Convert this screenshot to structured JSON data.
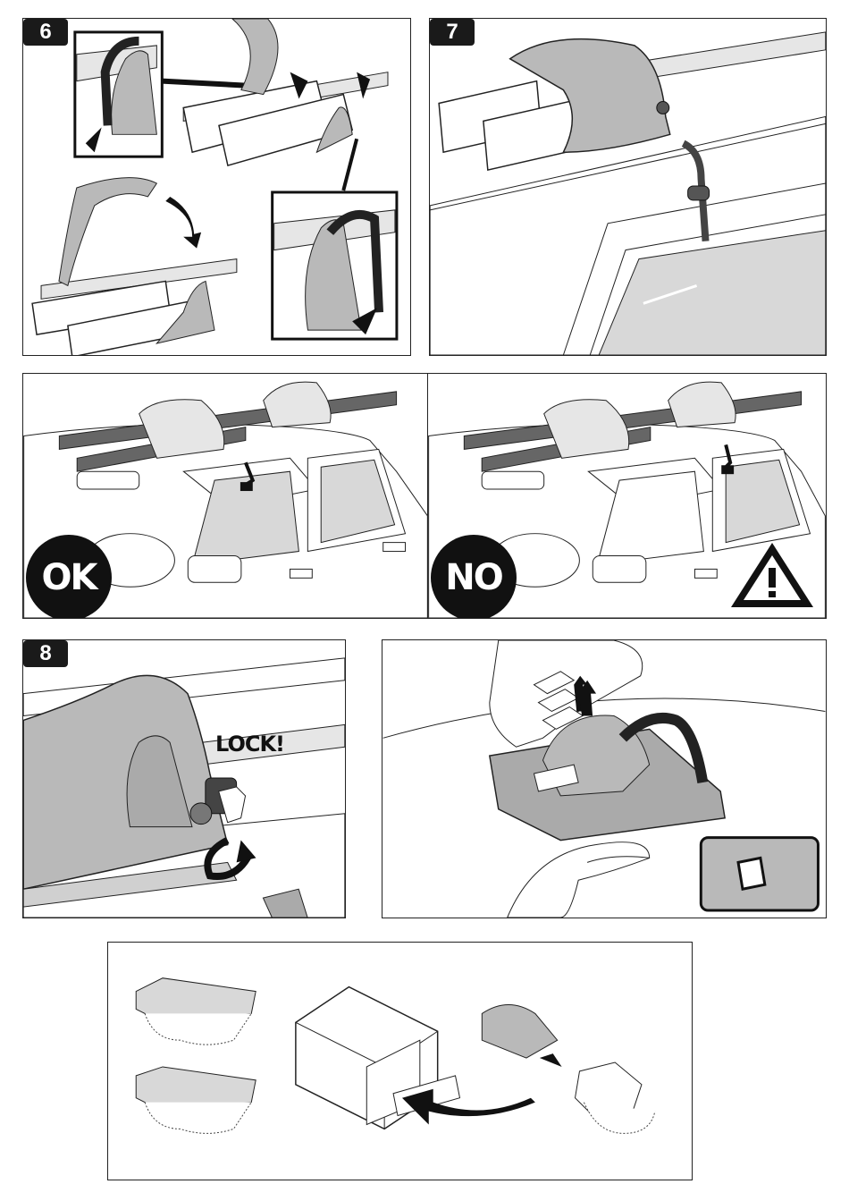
{
  "steps": {
    "step6": "6",
    "step7": "7",
    "step8": "8"
  },
  "verdicts": {
    "ok": "OK",
    "no": "NO"
  },
  "annotations": {
    "lock": "LOCK!"
  },
  "icons": {
    "warning": "warning-triangle-icon"
  },
  "colors": {
    "line": "#222222",
    "fill_gray": "#b9b9b9",
    "fill_light": "#e6e6e6",
    "badge": "#1a1a1a"
  }
}
